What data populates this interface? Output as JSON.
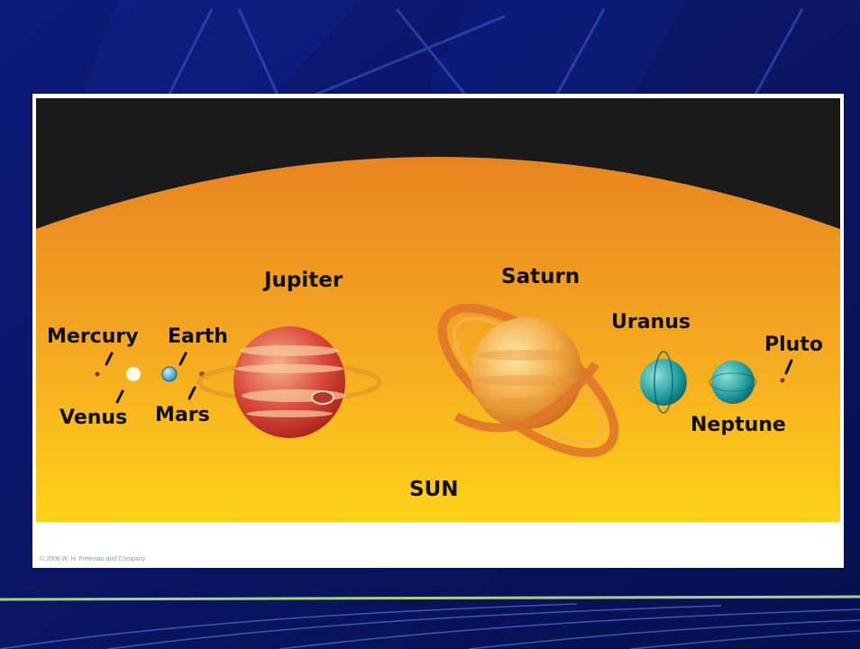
{
  "colors": {
    "slide_background": "#0a1466",
    "frame": "#ffffff",
    "space": "#1a1a1a",
    "sun_top": "#e8841f",
    "sun_bottom": "#ffd21a",
    "label": "#111111"
  },
  "figure": {
    "labels": {
      "mercury": "Mercury",
      "venus": "Venus",
      "earth": "Earth",
      "mars": "Mars",
      "jupiter": "Jupiter",
      "saturn": "Saturn",
      "uranus": "Uranus",
      "neptune": "Neptune",
      "pluto": "Pluto",
      "sun": "SUN"
    },
    "credit": "© 2006 W. H. Freeman and Company"
  }
}
